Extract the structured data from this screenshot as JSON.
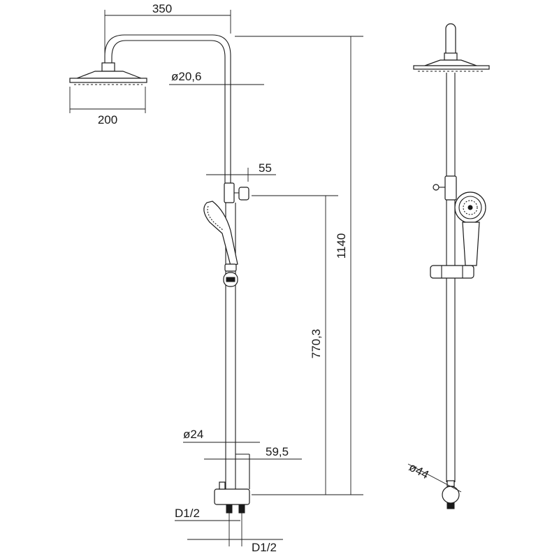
{
  "dimensions": {
    "arm_reach": "350",
    "head_diameter": "200",
    "top_pipe_diameter": "ø20,6",
    "holder_offset": "55",
    "total_height": "1140",
    "holder_height": "770,3",
    "bottom_pipe_diameter": "ø24",
    "diverter_offset": "59,5",
    "inlet_left": "D1/2",
    "inlet_right": "D1/2",
    "diverter_diameter": "ø44"
  },
  "colors": {
    "line": "#1a1a1a",
    "background": "#ffffff"
  }
}
